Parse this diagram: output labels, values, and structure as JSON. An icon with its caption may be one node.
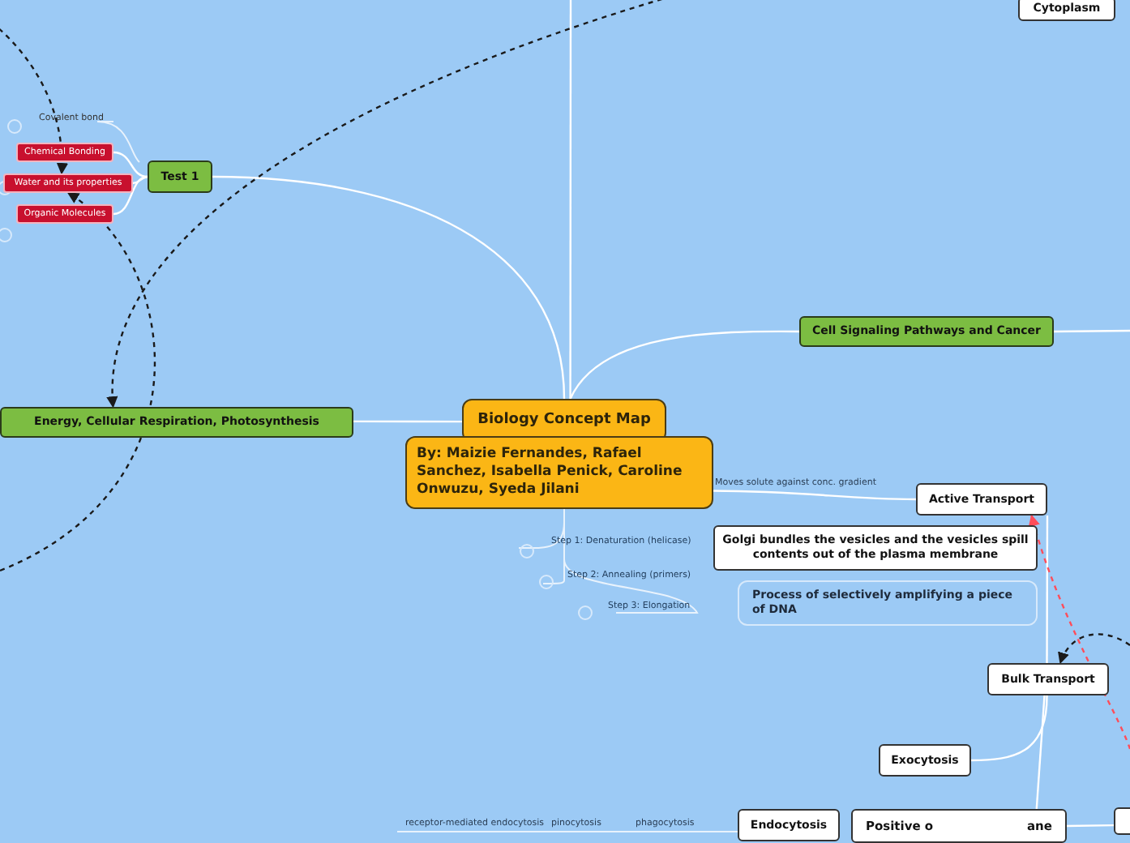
{
  "diagram": {
    "nodes": [
      {
        "text": [
          "Biology Concept Map"
        ]
      },
      {
        "text": [
          "By: Maizie Fernandes, Rafael Sanchez, Isabella Penick, Caroline Onwuzu, Syeda Jilani"
        ]
      },
      {
        "text": [
          "Test 1"
        ]
      },
      {
        "text": [
          "Chemical Bonding"
        ]
      },
      {
        "text": [
          "Water and its properties"
        ]
      },
      {
        "text": [
          "Organic Molecules"
        ]
      },
      {
        "text": [
          "Energy, Cellular Respiration, Photosynthesis"
        ]
      },
      {
        "text": [
          "Cell Signaling Pathways and Cancer"
        ]
      },
      {
        "text": [
          "Cytoplasm"
        ]
      },
      {
        "text": [
          "Active Transport"
        ]
      },
      {
        "text": [
          "Process of selectively amplifying a piece of DNA"
        ]
      },
      {
        "text": [
          "Golgi bundles the vesicles and the vesicles spill contents out of the plasma membrane"
        ]
      },
      {
        "text": [
          "Bulk Transport"
        ]
      },
      {
        "text": [
          "Exocytosis"
        ]
      },
      {
        "text": [
          "Positive o",
          "ane"
        ]
      },
      {
        "text": [
          "Endocytosis"
        ]
      },
      {
        "text": [],
        "shape": "box"
      }
    ],
    "edges": [
      {
        "from": 0,
        "to": 2,
        "arrow": "none"
      },
      {
        "from": 0,
        "to": 6,
        "arrow": "none"
      },
      {
        "from": 0,
        "to": 7,
        "arrow": "none"
      },
      {
        "from": 0,
        "to": null,
        "arrow": "none"
      },
      {
        "from": 1,
        "to": 9,
        "arrow": "none",
        "label": "Moves solute against conc. gradient"
      },
      {
        "from": 2,
        "to": 3,
        "arrow": "none"
      },
      {
        "from": 2,
        "to": 4,
        "arrow": "none"
      },
      {
        "from": 2,
        "to": 5,
        "arrow": "none"
      },
      {
        "from": 9,
        "to": 12,
        "arrow": "none"
      },
      {
        "from": 12,
        "to": 13,
        "arrow": "none"
      },
      {
        "from": 12,
        "to": 14,
        "arrow": "none"
      },
      {
        "from": 14,
        "to": 16,
        "arrow": "none"
      },
      {
        "from": 7,
        "to": null,
        "arrow": "none"
      },
      {
        "from": null,
        "to": 4,
        "arrow": "to",
        "style": "dashed",
        "color": "#1a1a1a"
      },
      {
        "from": null,
        "to": 4,
        "arrow": "to",
        "style": "dashed",
        "color": "#1a1a1a"
      },
      {
        "from": null,
        "to": 6,
        "arrow": "to",
        "style": "dashed",
        "color": "#1a1a1a"
      },
      {
        "from": null,
        "to": 9,
        "arrow": "to",
        "style": "dashed",
        "color": "#ff4d5a"
      },
      {
        "from": null,
        "to": 12,
        "arrow": "to",
        "style": "dashed",
        "color": "#1a1a1a"
      }
    ],
    "labels": [
      "Covalent bond",
      "Step 1: Denaturation (helicase)",
      "Step 2: Annealing (primers)",
      "Step 3: Elongation",
      "receptor-mediated endocytosis",
      "pinocytosis",
      "phagocytosis"
    ]
  }
}
